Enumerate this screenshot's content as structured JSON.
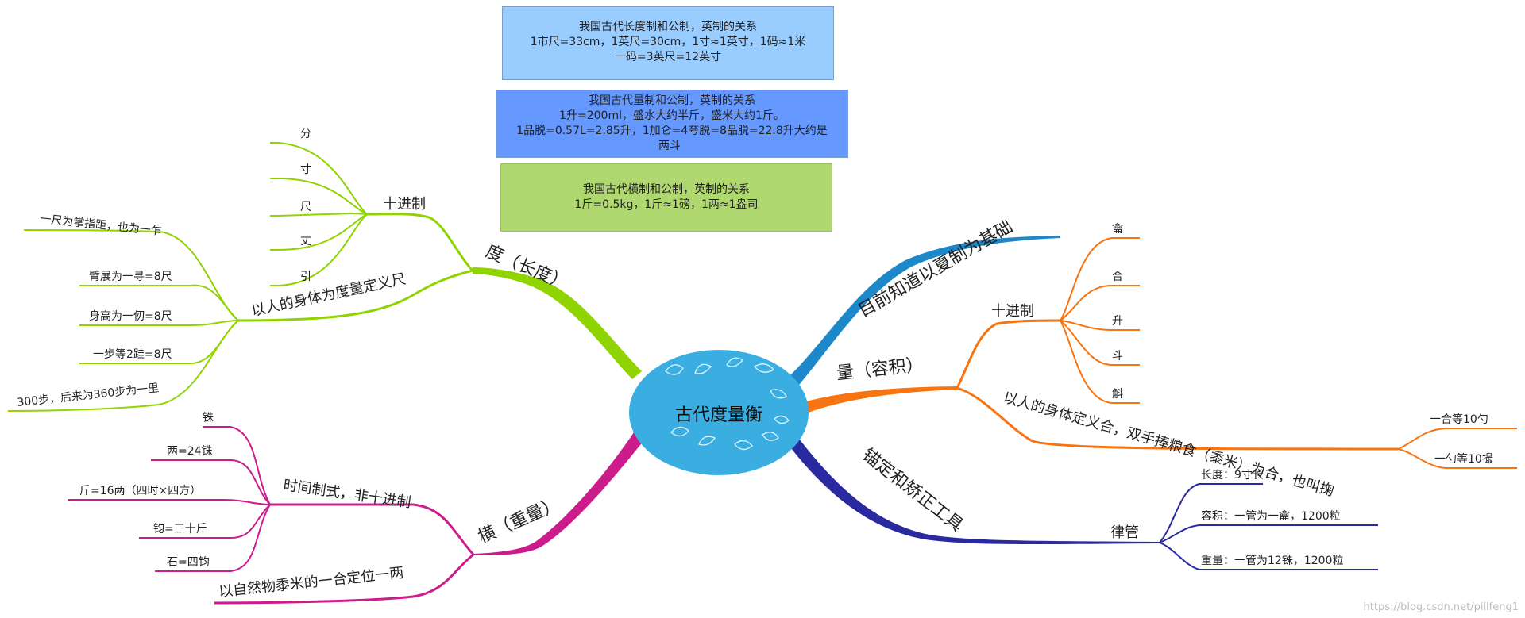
{
  "center": {
    "title": "古代度量衡"
  },
  "info_boxes": {
    "length": {
      "title": "我国古代长度制和公制，英制的关系",
      "line1": "1市尺=33cm，1英尺=30cm，1寸≈1英寸，1码≈1米",
      "line2": "一码=3英尺=12英寸",
      "color": "#99ccff"
    },
    "volume": {
      "title": "我国古代量制和公制，英制的关系",
      "line1": "1升=200ml，盛水大约半斤，盛米大约1斤。",
      "line2": "1品脱=0.57L=2.85升，1加仑=4夸脱=8品脱=22.8升大约是",
      "line3": "两斗",
      "color": "#6699ff"
    },
    "weight": {
      "title": "我国古代横制和公制，英制的关系",
      "line1": "1斤=0.5kg，1斤≈1磅，1两≈1盎司",
      "color": "#b0d870"
    }
  },
  "branches": {
    "length": {
      "label": "度（长度）",
      "color": "#8fd400",
      "decimal": {
        "label": "十进制",
        "units": [
          "分",
          "寸",
          "尺",
          "丈",
          "引"
        ]
      },
      "body": {
        "label": "以人的身体为度量定义尺",
        "items": [
          "一尺为掌指距，也为一乍",
          "臂展为一寻=8尺",
          "身高为一仞=8尺",
          "一步等2跬=8尺",
          "300步，后来为360步为一里"
        ]
      }
    },
    "xia": {
      "label": "目前知道以夏制为基础",
      "color": "#1c87c9"
    },
    "volume": {
      "label": "量（容积）",
      "color": "#f87410",
      "decimal": {
        "label": "十进制",
        "units": [
          "龠",
          "合",
          "升",
          "斗",
          "斛"
        ]
      },
      "body": {
        "label": "以人的身体定义合，双手捧粮食（黍米）为合，也叫掬",
        "items": [
          "一合等10勺",
          "一勺等10撮"
        ]
      }
    },
    "weight": {
      "label": "横（重量）",
      "color": "#cc1c8c",
      "time": {
        "label": "时间制式，非十进制",
        "items": [
          "铢",
          "两=24铢",
          "斤=16两（四时×四方）",
          "钧=三十斤",
          "石=四钧"
        ]
      },
      "nature": {
        "label": "以自然物黍米的一合定位一两"
      }
    },
    "tools": {
      "label": "锚定和矫正工具",
      "color": "#2a2aa0",
      "pipe": {
        "label": "律管",
        "items": [
          "长度：9寸长",
          "容积：一管为一龠，1200粒",
          "重量：一管为12铢，1200粒"
        ]
      }
    }
  },
  "watermark": "https://blog.csdn.net/pillfeng1"
}
